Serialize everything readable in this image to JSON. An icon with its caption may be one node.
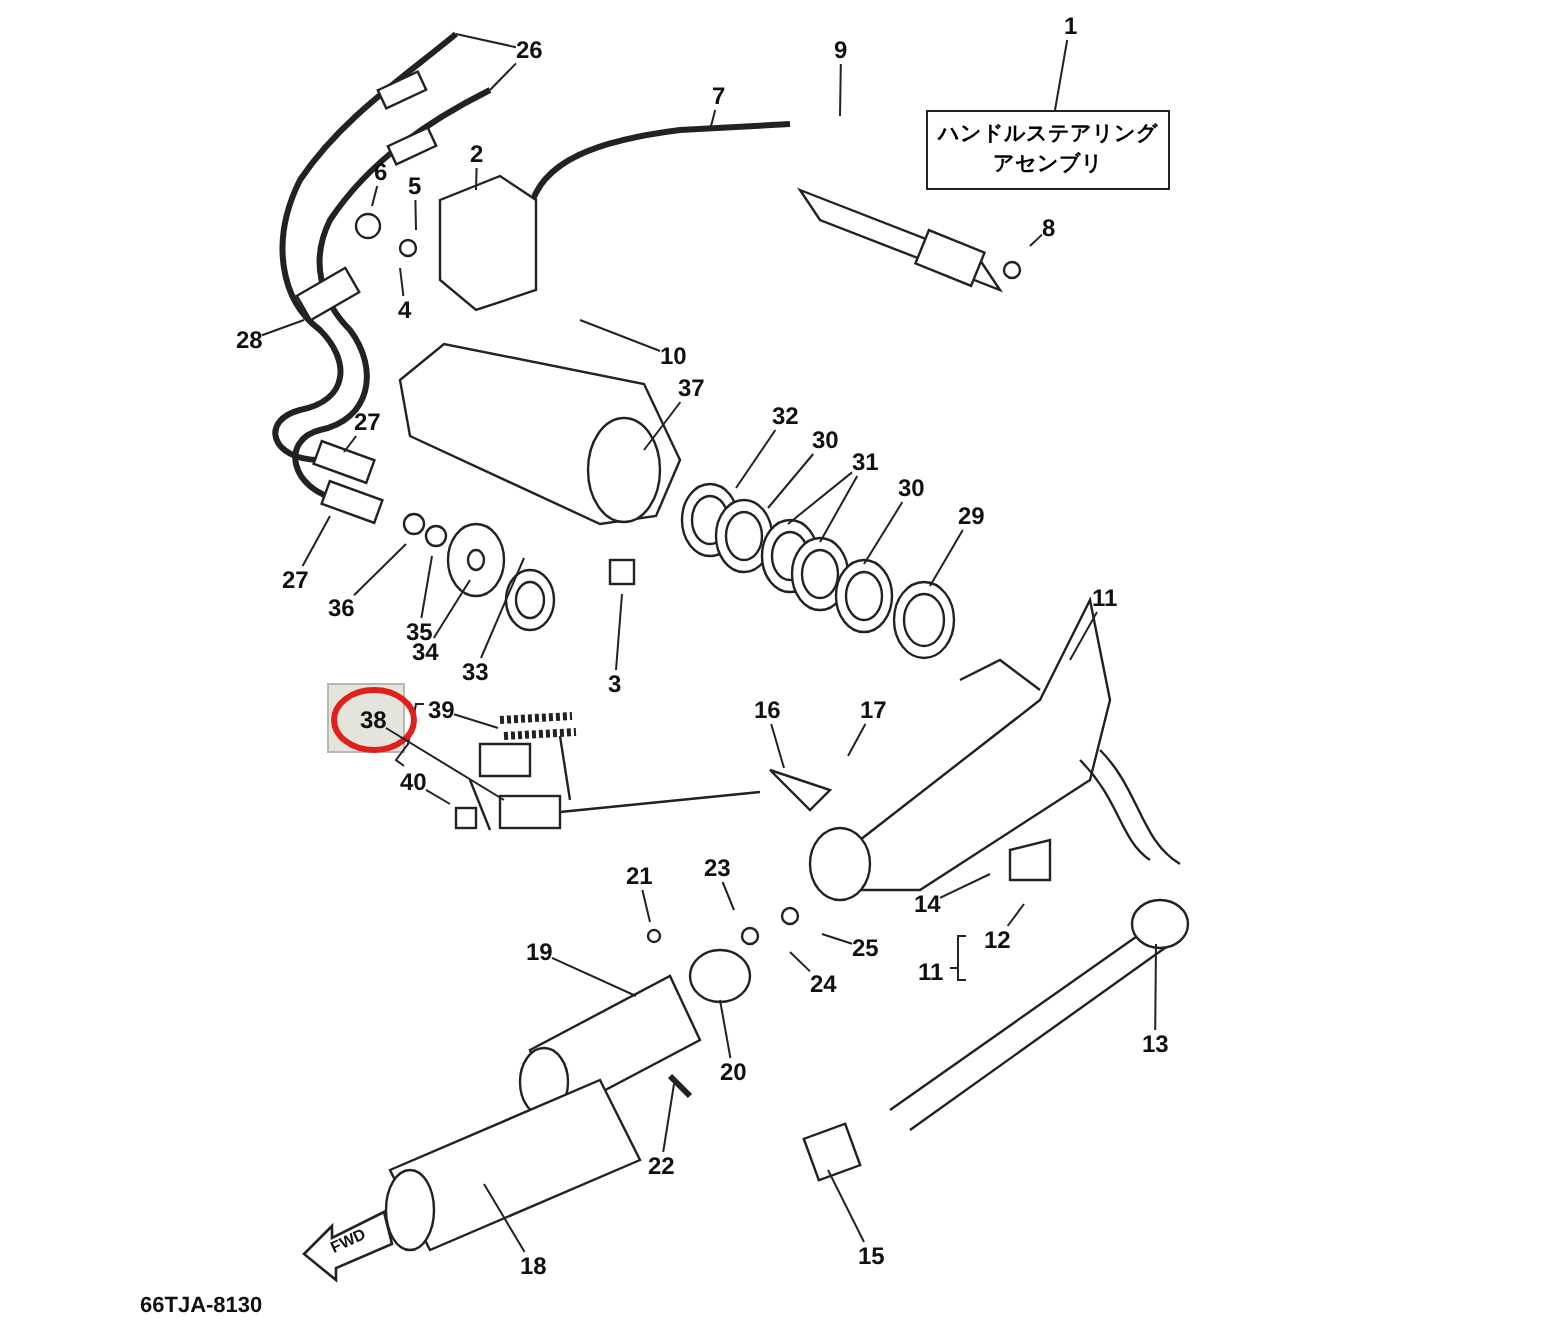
{
  "diagram": {
    "nodes": [
      {
        "text": [
          "ハンドルステアリングアセンブリ"
        ]
      },
      {
        "text": [
          "1"
        ]
      },
      {
        "text": [
          "26"
        ]
      },
      {
        "text": [
          "9"
        ]
      },
      {
        "text": [
          "7"
        ]
      },
      {
        "text": [
          "2"
        ]
      },
      {
        "text": [
          "6"
        ]
      },
      {
        "text": [
          "5"
        ]
      },
      {
        "text": [
          "4"
        ]
      },
      {
        "text": [
          "8"
        ]
      },
      {
        "text": [
          "28"
        ]
      },
      {
        "text": [
          "10"
        ]
      },
      {
        "text": [
          "37"
        ]
      },
      {
        "text": [
          "27"
        ]
      },
      {
        "text": [
          "32"
        ]
      },
      {
        "text": [
          "30"
        ]
      },
      {
        "text": [
          "31"
        ]
      },
      {
        "text": [
          "30"
        ]
      },
      {
        "text": [
          "29"
        ]
      },
      {
        "text": [
          "27"
        ]
      },
      {
        "text": [
          "36"
        ]
      },
      {
        "text": [
          "35"
        ]
      },
      {
        "text": [
          "34"
        ]
      },
      {
        "text": [
          "33"
        ]
      },
      {
        "text": [
          "3"
        ]
      },
      {
        "text": [
          "11"
        ]
      },
      {
        "text": [
          "38"
        ]
      },
      {
        "text": [
          "39"
        ]
      },
      {
        "text": [
          "16"
        ]
      },
      {
        "text": [
          "17"
        ]
      },
      {
        "text": [
          "40"
        ]
      },
      {
        "text": [
          "21"
        ]
      },
      {
        "text": [
          "23"
        ]
      },
      {
        "text": [
          "14"
        ]
      },
      {
        "text": [
          "25"
        ]
      },
      {
        "text": [
          "12"
        ]
      },
      {
        "text": [
          "11"
        ]
      },
      {
        "text": [
          "24"
        ]
      },
      {
        "text": [
          "19"
        ]
      },
      {
        "text": [
          "13"
        ]
      },
      {
        "text": [
          "20"
        ]
      },
      {
        "text": [
          "22"
        ]
      },
      {
        "text": [
          "15"
        ]
      },
      {
        "text": [
          "18"
        ]
      }
    ],
    "edges": [
      {
        "from": 1,
        "to": 0,
        "arrow": "none"
      },
      {
        "from": 2,
        "to": null,
        "arrow": "none"
      },
      {
        "from": 2,
        "to": null,
        "arrow": "none"
      },
      {
        "from": 3,
        "to": null,
        "arrow": "none"
      },
      {
        "from": 4,
        "to": null,
        "arrow": "none"
      },
      {
        "from": 5,
        "to": null,
        "arrow": "none"
      },
      {
        "from": 6,
        "to": null,
        "arrow": "none"
      },
      {
        "from": 7,
        "to": null,
        "arrow": "none"
      },
      {
        "from": 8,
        "to": null,
        "arrow": "none"
      },
      {
        "from": 9,
        "to": null,
        "arrow": "none"
      },
      {
        "from": 10,
        "to": null,
        "arrow": "none"
      },
      {
        "from": 11,
        "to": null,
        "arrow": "none"
      },
      {
        "from": 12,
        "to": null,
        "arrow": "none"
      },
      {
        "from": 13,
        "to": null,
        "arrow": "none"
      },
      {
        "from": 14,
        "to": null,
        "arrow": "none"
      },
      {
        "from": 15,
        "to": null,
        "arrow": "none"
      },
      {
        "from": 16,
        "to": null,
        "arrow": "none"
      },
      {
        "from": 16,
        "to": null,
        "arrow": "none"
      },
      {
        "from": 17,
        "to": null,
        "arrow": "none"
      },
      {
        "from": 18,
        "to": null,
        "arrow": "none"
      },
      {
        "from": 19,
        "to": null,
        "arrow": "none"
      },
      {
        "from": 20,
        "to": null,
        "arrow": "none"
      },
      {
        "from": 21,
        "to": null,
        "arrow": "none"
      },
      {
        "from": 22,
        "to": null,
        "arrow": "none"
      },
      {
        "from": 23,
        "to": null,
        "arrow": "none"
      },
      {
        "from": 24,
        "to": null,
        "arrow": "none"
      },
      {
        "from": 25,
        "to": null,
        "arrow": "none"
      },
      {
        "from": 26,
        "to": null,
        "arrow": "none"
      },
      {
        "from": 27,
        "to": null,
        "arrow": "none"
      },
      {
        "from": 28,
        "to": null,
        "arrow": "none"
      },
      {
        "from": 29,
        "to": null,
        "arrow": "none"
      },
      {
        "from": 30,
        "to": null,
        "arrow": "none"
      },
      {
        "from": 31,
        "to": null,
        "arrow": "none"
      },
      {
        "from": 32,
        "to": null,
        "arrow": "none"
      },
      {
        "from": 33,
        "to": null,
        "arrow": "none"
      },
      {
        "from": 34,
        "to": null,
        "arrow": "none"
      },
      {
        "from": 35,
        "to": null,
        "arrow": "none"
      },
      {
        "from": 37,
        "to": null,
        "arrow": "none"
      },
      {
        "from": 38,
        "to": null,
        "arrow": "none"
      },
      {
        "from": 39,
        "to": null,
        "arrow": "none"
      },
      {
        "from": 40,
        "to": null,
        "arrow": "none"
      },
      {
        "from": 41,
        "to": null,
        "arrow": "none"
      },
      {
        "from": 42,
        "to": null,
        "arrow": "none"
      },
      {
        "from": 43,
        "to": null,
        "arrow": "none"
      }
    ],
    "labels": [
      "FWD",
      "66TJA-8130"
    ]
  }
}
